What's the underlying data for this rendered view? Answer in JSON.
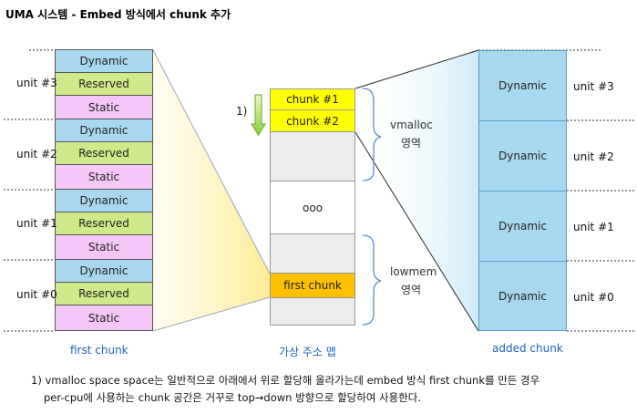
{
  "title": "UMA 시스템 - Embed 방식에서 chunk 추가",
  "left": {
    "units": [
      {
        "label": "unit #3",
        "dynamic": "Dynamic",
        "reserved": "Reserved",
        "static": "Static"
      },
      {
        "label": "unit #2",
        "dynamic": "Dynamic",
        "reserved": "Reserved",
        "static": "Static"
      },
      {
        "label": "unit #1",
        "dynamic": "Dynamic",
        "reserved": "Reserved",
        "static": "Static"
      },
      {
        "label": "unit #0",
        "dynamic": "Dynamic",
        "reserved": "Reserved",
        "static": "Static"
      }
    ],
    "caption": "first chunk"
  },
  "middle": {
    "chunk1": "chunk #1",
    "chunk2": "chunk #2",
    "dots": "ooo",
    "first_chunk": "first chunk",
    "arrow_label": "1)",
    "vmalloc_label": "vmalloc",
    "vmalloc_area": "영역",
    "lowmem_label": "lowmem",
    "lowmem_area": "영역",
    "caption": "가상 주소 맵"
  },
  "right": {
    "blocks": [
      {
        "label": "Dynamic",
        "unit": "unit #3"
      },
      {
        "label": "Dynamic",
        "unit": "unit #2"
      },
      {
        "label": "Dynamic",
        "unit": "unit #1"
      },
      {
        "label": "Dynamic",
        "unit": "unit #0"
      }
    ],
    "caption": "added chunk"
  },
  "footnote": {
    "line1": "1) vmalloc space space는 일반적으로 아래에서 위로 할당해 올라가는데 embed 방식 first chunk를 만든 경우",
    "line2": "per-cpu에 사용하는 chunk 공간은 거꾸로 top→down 방향으로 할당하여 사용한다."
  },
  "colors": {
    "dynamic": "#a8d8f0",
    "reserved": "#cfe88a",
    "static": "#f6c6f8",
    "chunk_highlight": "#ffff00",
    "first_chunk": "#ffc000",
    "caption": "#1f5fbf"
  }
}
